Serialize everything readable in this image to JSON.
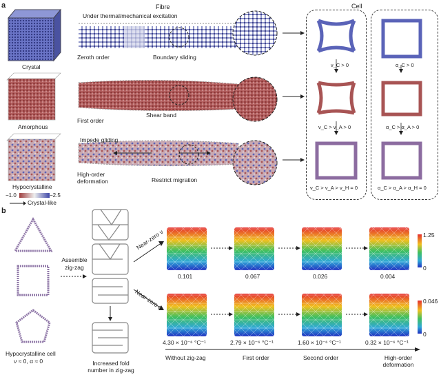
{
  "panel_a": {
    "letter": "a",
    "fibre_title": "Fibre",
    "cell_title": "Cell",
    "excitation": "Under thermal/mechanical excitation",
    "rows": [
      {
        "material": "Crystal",
        "order": "Zeroth order",
        "mechanism": "Boundary sliding",
        "cond_v": "ν_C > 0",
        "cond_a": "α_C > 0"
      },
      {
        "material": "Amorphous",
        "order": "First order",
        "mechanism": "Shear band",
        "cond_v": "ν_C > ν_A > 0",
        "cond_a": "α_C > α_A > 0"
      },
      {
        "material": "Hypocrystalline",
        "order": "High-order deformation",
        "mechanism": "Restrict migration",
        "mechanism2": "Impede gliding",
        "cond_v": "ν_C > ν_A > ν_H = 0",
        "cond_a": "α_C > α_A > α_H = 0"
      }
    ],
    "colorbar": {
      "min": "−1.0",
      "max": "−2.5",
      "arrow_label": "Crystal-like"
    },
    "colors": {
      "crystal": "#5a63b8",
      "amorphous": "#a85454",
      "light": "#d9c8c8"
    }
  },
  "panel_b": {
    "letter": "b",
    "cell_caption": "Hypocrystalline cell",
    "cell_caption2": "ν ≈ 0, α ≈ 0",
    "assemble": "Assemble zig-zag",
    "fold_caption": "Increased fold number in zig-zag",
    "route_v": "Near-zero ν",
    "route_a": "Near-zero α",
    "values_v": [
      "0.101",
      "0.067",
      "0.026",
      "0.004"
    ],
    "values_a": [
      "4.30 × 10⁻⁶ °C⁻¹",
      "2.79 × 10⁻⁶ °C⁻¹",
      "1.60 × 10⁻⁶ °C⁻¹",
      "0.32 × 10⁻⁶ °C⁻¹"
    ],
    "stage_labels": [
      "Without zig-zag",
      "First order",
      "Second order",
      "High-order deformation"
    ],
    "cbar_v": {
      "max": "1.25",
      "min": "0"
    },
    "cbar_a": {
      "max": "0.046",
      "min": "0"
    }
  }
}
